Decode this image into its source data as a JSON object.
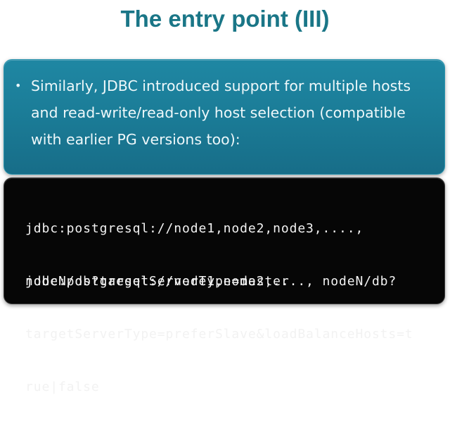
{
  "slide": {
    "title": "The entry point (III)"
  },
  "bullet": {
    "marker": "•",
    "lines": [
      "Similarly, JDBC introduced support for multiple hosts",
      "and read-write/read-only host selection (compatible",
      "with earlier PG versions too):"
    ]
  },
  "code": {
    "examples": [
      {
        "lines": [
          "jdbc:postgresql://node1,node2,node3,....,",
          "nodeN/db?targetServerType=master"
        ]
      },
      {
        "lines": [
          "jdbc:postgresql://node1,node2,...., nodeN/db?",
          "targetServerType=preferSlave&loadBalanceHosts=t",
          "rue|false"
        ]
      }
    ]
  },
  "colors": {
    "title": "#1a7687",
    "bullet_box": "#1b7d98",
    "code_box": "#060606",
    "text_light": "#eef8fa"
  }
}
